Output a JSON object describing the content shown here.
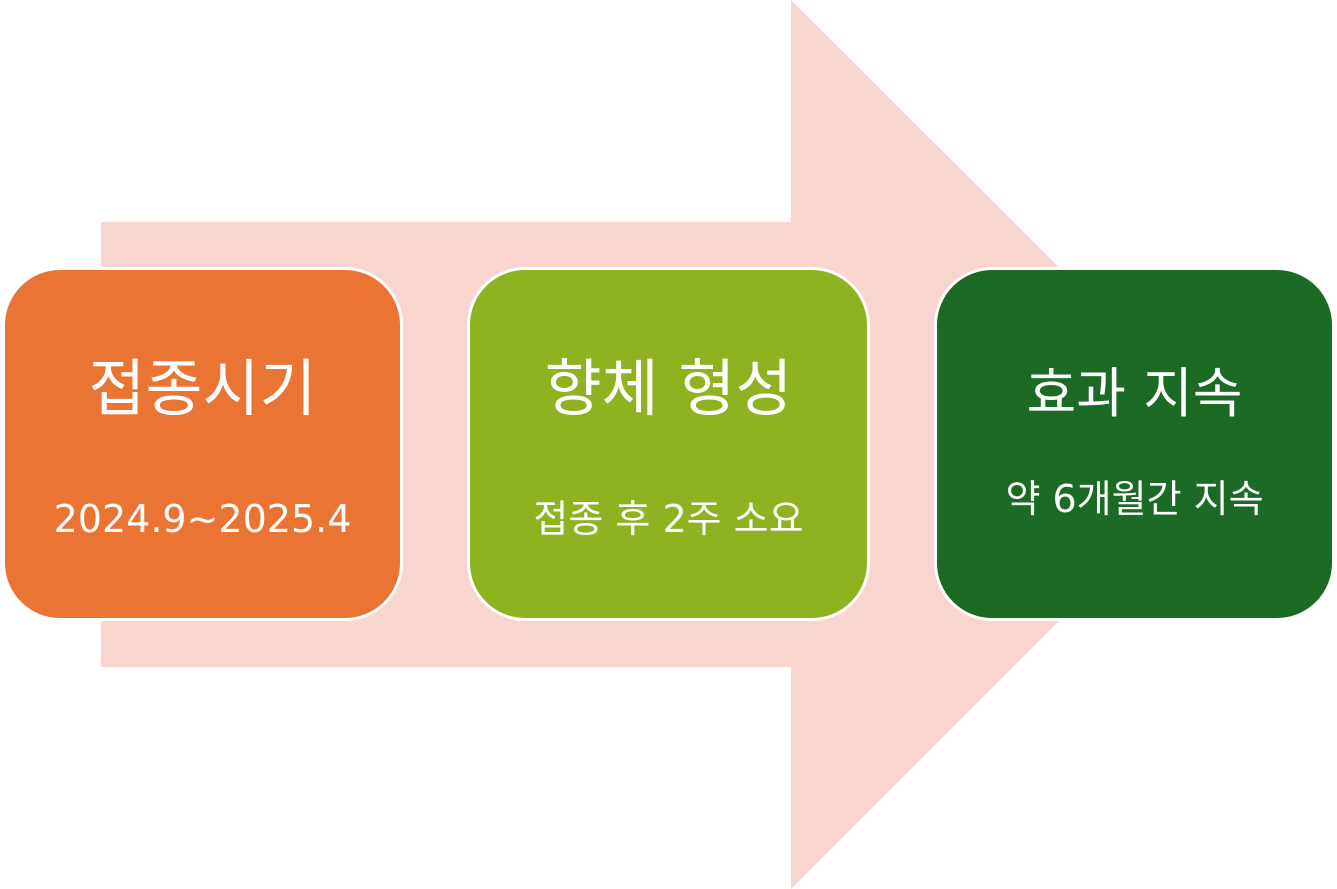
{
  "colors": {
    "arrow": "#f8d5ce",
    "step1": "#ea7433",
    "step2": "#8eb220",
    "step3": "#1b6b24",
    "text": "#ffffff",
    "border": "#ffffff"
  },
  "steps": [
    {
      "title": "접종시기",
      "subtitle": "2024.9~2025.4"
    },
    {
      "title": "향체 형성",
      "subtitle": "접종 후 2주 소요"
    },
    {
      "title": "효과 지속",
      "subtitle": "약 6개월간 지속"
    }
  ]
}
